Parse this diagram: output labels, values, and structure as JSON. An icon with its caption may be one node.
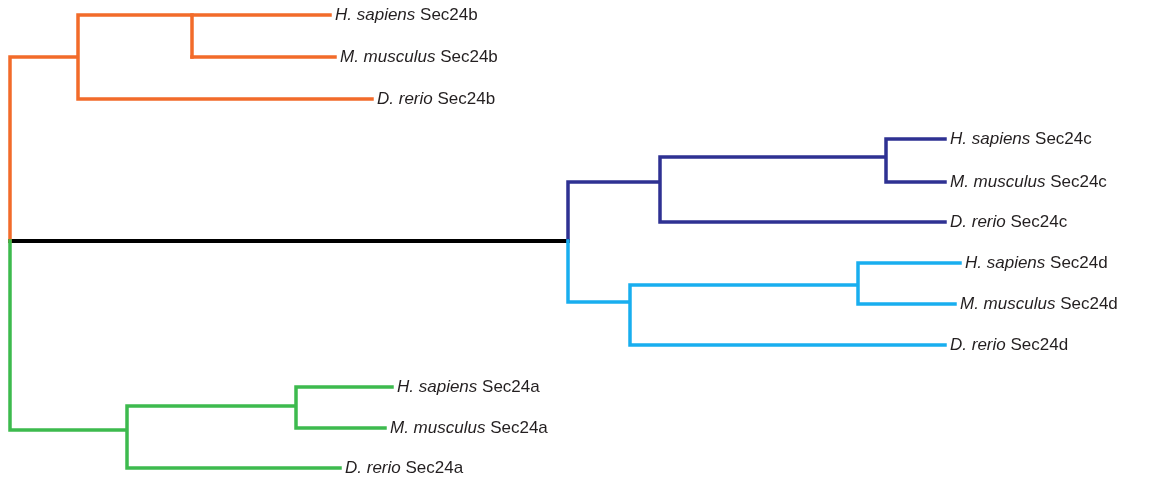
{
  "diagram": {
    "labels": [
      "*H. sapiens* Sec24b",
      "*M. musculus* Sec24b",
      "*D. rerio* Sec24b",
      "*H. sapiens* Sec24c",
      "*M. musculus* Sec24c",
      "*D. rerio* Sec24c",
      "*H. sapiens* Sec24d",
      "*M. musculus* Sec24d",
      "*D. rerio* Sec24d",
      "*H. sapiens* Sec24a",
      "*M. musculus* Sec24a",
      "*D. rerio* Sec24a"
    ]
  }
}
